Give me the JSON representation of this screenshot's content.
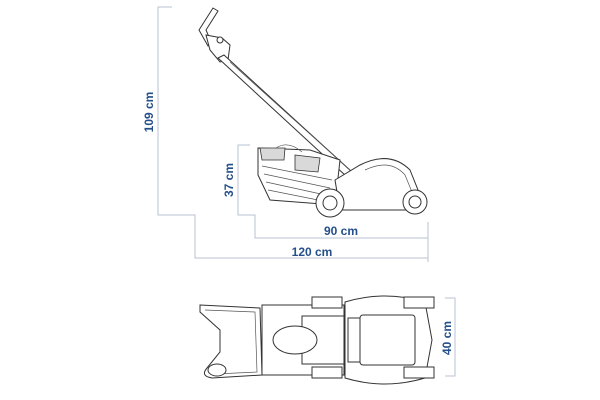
{
  "title": "Lawn mower dimensions",
  "dimensions": {
    "height_total": "109 cm",
    "height_body": "37 cm",
    "length_body": "90 cm",
    "length_total": "120 cm",
    "width": "40 cm"
  },
  "colors": {
    "label": "#244f8a",
    "dimension_line": "#b9c3d3"
  }
}
